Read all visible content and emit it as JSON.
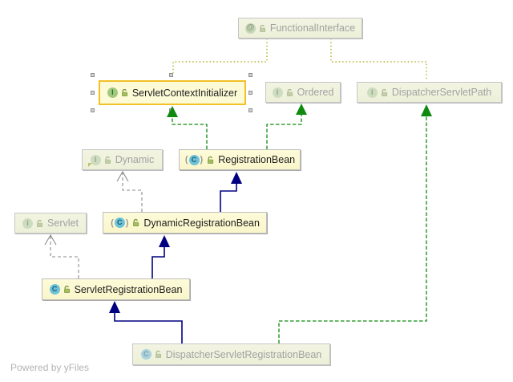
{
  "watermark": "Powered by yFiles",
  "icons": {
    "interface_glyph": "I",
    "class_glyph": "C",
    "annotation_glyph": "@",
    "abstract_paren_open": "(",
    "abstract_paren_close": ")"
  },
  "colors": {
    "selected_border": "#f2c127",
    "project_node_bg": "#fcf9d2",
    "library_node_bg": "#f0f2de",
    "extends_edge": "#000080",
    "implements_edge": "#0f8a0f",
    "library_implements_edge": "#8c8c8c",
    "annotation_edge": "#b4b429"
  },
  "nodes": [
    {
      "id": "functional-interface",
      "label": "FunctionalInterface",
      "type": "annotation",
      "scope": "library",
      "selected": false
    },
    {
      "id": "servlet-context-initializer",
      "label": "ServletContextInitializer",
      "type": "interface",
      "scope": "project",
      "selected": true
    },
    {
      "id": "ordered",
      "label": "Ordered",
      "type": "interface",
      "scope": "library",
      "selected": false
    },
    {
      "id": "dispatcher-servlet-path",
      "label": "DispatcherServletPath",
      "type": "interface",
      "scope": "library",
      "selected": false
    },
    {
      "id": "dynamic",
      "label": "Dynamic",
      "type": "interface",
      "scope": "library",
      "selected": false
    },
    {
      "id": "registration-bean",
      "label": "RegistrationBean",
      "type": "abstract-class",
      "scope": "project",
      "selected": false
    },
    {
      "id": "servlet",
      "label": "Servlet",
      "type": "interface",
      "scope": "library",
      "selected": false
    },
    {
      "id": "dynamic-registration-bean",
      "label": "DynamicRegistrationBean",
      "type": "abstract-class",
      "scope": "project",
      "selected": false
    },
    {
      "id": "servlet-registration-bean",
      "label": "ServletRegistrationBean",
      "type": "class",
      "scope": "project",
      "selected": false
    },
    {
      "id": "dispatcher-servlet-registration-bean",
      "label": "DispatcherServletRegistrationBean",
      "type": "class",
      "scope": "library",
      "selected": false
    }
  ],
  "edges": [
    {
      "from": "functional-interface",
      "to": "servlet-context-initializer",
      "type": "annotation"
    },
    {
      "from": "functional-interface",
      "to": "dispatcher-servlet-path",
      "type": "annotation"
    },
    {
      "from": "registration-bean",
      "to": "servlet-context-initializer",
      "type": "implements"
    },
    {
      "from": "registration-bean",
      "to": "ordered",
      "type": "implements"
    },
    {
      "from": "dispatcher-servlet-registration-bean",
      "to": "dispatcher-servlet-path",
      "type": "implements"
    },
    {
      "from": "dynamic-registration-bean",
      "to": "registration-bean",
      "type": "extends"
    },
    {
      "from": "servlet-registration-bean",
      "to": "dynamic-registration-bean",
      "type": "extends"
    },
    {
      "from": "dispatcher-servlet-registration-bean",
      "to": "servlet-registration-bean",
      "type": "extends"
    },
    {
      "from": "dynamic-registration-bean",
      "to": "dynamic",
      "type": "implements"
    },
    {
      "from": "servlet-registration-bean",
      "to": "servlet",
      "type": "implements"
    }
  ]
}
